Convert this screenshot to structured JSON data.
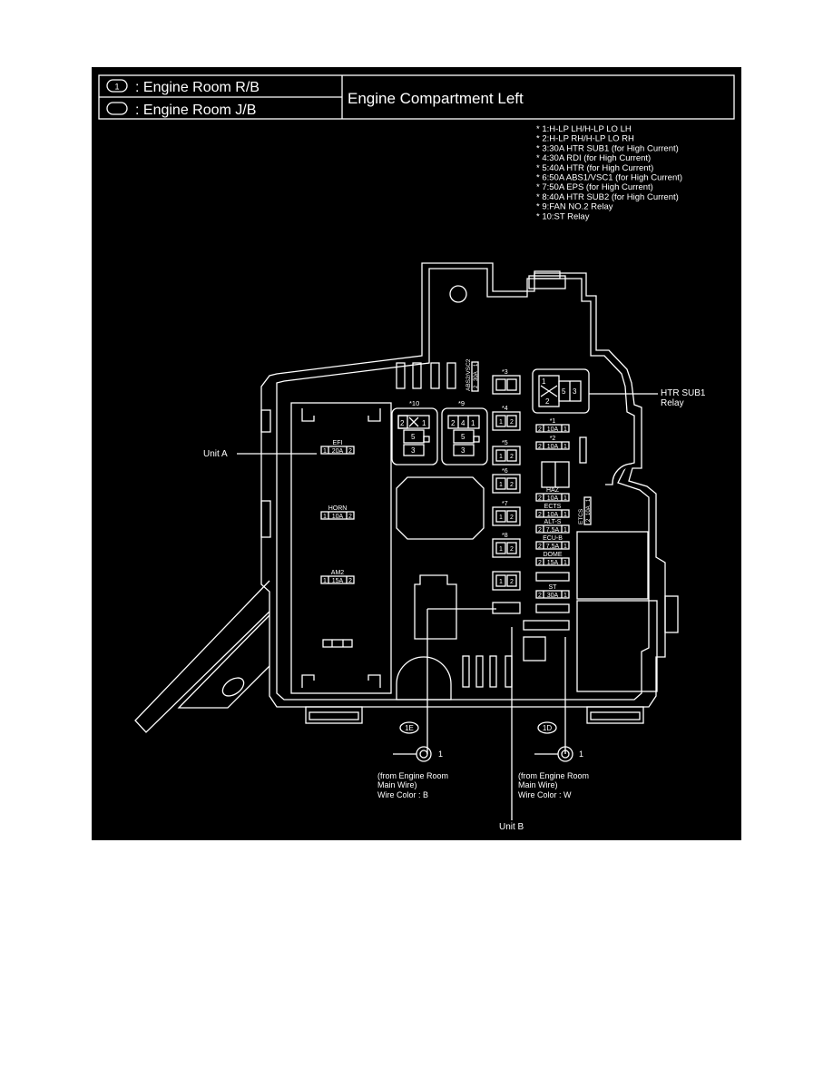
{
  "legend": {
    "relay_block_symbol_label": "1",
    "relay_block_text": ": Engine Room R/B",
    "junction_block_text": ": Engine Room J/B",
    "title": "Engine Compartment Left"
  },
  "notes": [
    "* 1:H-LP LH/H-LP LO LH",
    "* 2:H-LP RH/H-LP LO RH",
    "* 3:30A HTR SUB1 (for High Current)",
    "* 4:30A RDI (for High Current)",
    "* 5:40A HTR (for High Current)",
    "* 6:50A ABS1/VSC1 (for High Current)",
    "* 7:50A EPS (for High Current)",
    "* 8:40A HTR SUB2 (for High Current)",
    "* 9:FAN NO.2 Relay",
    "* 10:ST Relay"
  ],
  "callouts": {
    "unit_a": "Unit A",
    "unit_b": "Unit B",
    "htr_sub1_line1": "HTR SUB1",
    "htr_sub1_line2": "Relay"
  },
  "unit_a_fuses": [
    {
      "name": "EFI",
      "pin_left": "1",
      "rating": "20A",
      "pin_right": "2"
    },
    {
      "name": "HORN",
      "pin_left": "1",
      "rating": "10A",
      "pin_right": "2"
    },
    {
      "name": "AM2",
      "pin_left": "1",
      "rating": "15A",
      "pin_right": "2"
    }
  ],
  "top_fuse": {
    "name": "ABS2/VSC2",
    "pin_left": "2",
    "rating": "30A",
    "pin_right": "1"
  },
  "relays": {
    "r10": {
      "tag": "*10",
      "pins": [
        "2",
        "1",
        "5",
        "3"
      ]
    },
    "r9": {
      "tag": "*9",
      "pins": [
        "2",
        "4",
        "1",
        "5",
        "3"
      ]
    },
    "htr": {
      "pins": [
        "1",
        "2",
        "5",
        "3"
      ]
    }
  },
  "fusible_links": [
    {
      "tag": "*3",
      "pins": [
        "",
        ""
      ]
    },
    {
      "tag": "*4",
      "pins": [
        "1",
        "2"
      ]
    },
    {
      "tag": "*5",
      "pins": [
        "1",
        "2"
      ]
    },
    {
      "tag": "*6",
      "pins": [
        "1",
        "2"
      ]
    },
    {
      "tag": "*7",
      "pins": [
        "1",
        "2"
      ]
    },
    {
      "tag": "*8",
      "pins": [
        "1",
        "2"
      ]
    },
    {
      "tag": "",
      "pins": [
        "1",
        "2"
      ]
    }
  ],
  "right_fuses": [
    {
      "name": "*1",
      "pin_left": "2",
      "rating": "10A",
      "pin_right": "1"
    },
    {
      "name": "*2",
      "pin_left": "2",
      "rating": "10A",
      "pin_right": "1"
    },
    {
      "name": "HAZ",
      "pin_left": "2",
      "rating": "10A",
      "pin_right": "1"
    },
    {
      "name": "ECTS",
      "pin_left": "2",
      "rating": "10A",
      "pin_right": "1"
    },
    {
      "name": "ALT-S",
      "pin_left": "2",
      "rating": "7.5A",
      "pin_right": "1"
    },
    {
      "name": "ECU-B",
      "pin_left": "2",
      "rating": "7.5A",
      "pin_right": "1"
    },
    {
      "name": "DOME",
      "pin_left": "2",
      "rating": "15A",
      "pin_right": "1"
    },
    {
      "name": "ST",
      "pin_left": "2",
      "rating": "30A",
      "pin_right": "1"
    }
  ],
  "side_fuse": {
    "name": "ETCS",
    "pin_left": "2",
    "rating": "10A",
    "pin_right": "1"
  },
  "connectors": [
    {
      "code": "1E",
      "pin": "1",
      "note_line1": "(from Engine Room",
      "note_line2": "Main Wire)",
      "note_line3": "Wire Color : B"
    },
    {
      "code": "1D",
      "pin": "1",
      "note_line1": "(from Engine Room",
      "note_line2": "Main Wire)",
      "note_line3": "Wire Color : W"
    }
  ]
}
